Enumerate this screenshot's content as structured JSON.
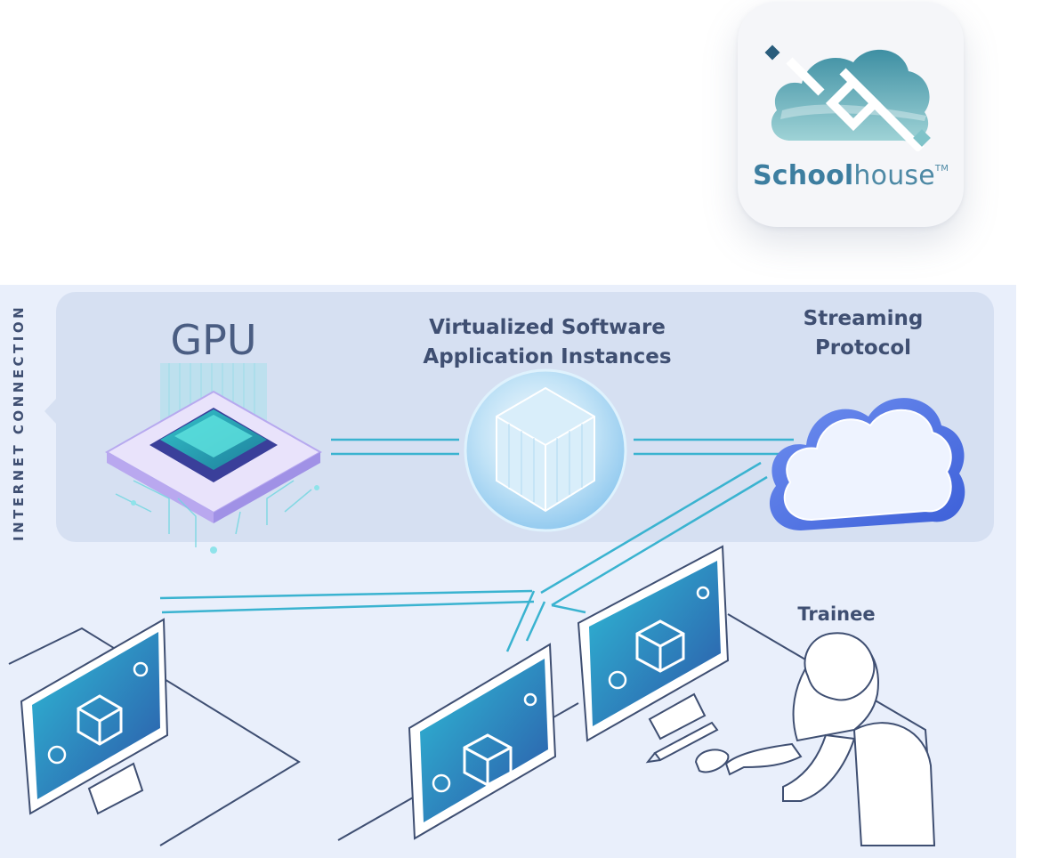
{
  "logo": {
    "word_bold": "School",
    "word_light": "house",
    "trademark": "TM",
    "colors": {
      "teal": "#3d7ea0",
      "light_teal": "#7fc3c9",
      "dark": "#2a5d7c"
    }
  },
  "diagram": {
    "side_label": "INTERNET CONNECTION",
    "gpu_label": "GPU",
    "virtualized_label_line1": "Virtualized Software",
    "virtualized_label_line2": "Application Instances",
    "streaming_label_line1": "Streaming",
    "streaming_label_line2": "Protocol",
    "trainee_label": "Trainee",
    "icons": [
      "gpu-chip-icon",
      "virtual-cube-icon",
      "cloud-icon",
      "monitor-icon",
      "person-icon",
      "stylus-icon",
      "mouse-icon"
    ],
    "colors": {
      "background": "#e9effb",
      "panel": "#d6e0f2",
      "line": "#3ab3d0",
      "monitor_blue": "#2f6fb0",
      "outline": "#3f4f72"
    }
  }
}
